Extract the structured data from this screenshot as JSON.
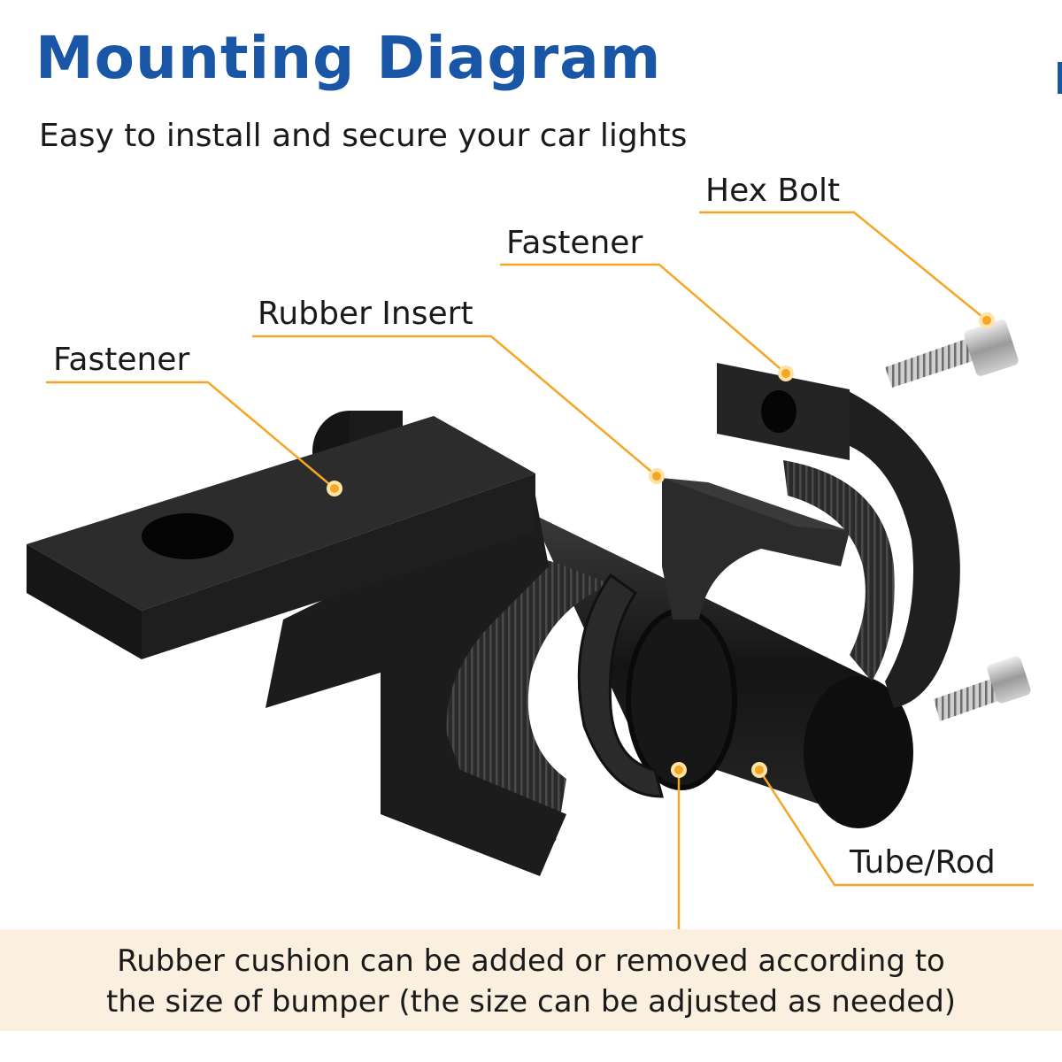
{
  "header": {
    "title": "Mounting Diagram",
    "subtitle": "Easy to install and secure your car lights"
  },
  "labels": {
    "hex_bolt": "Hex Bolt",
    "fastener_right": "Fastener",
    "rubber_insert": "Rubber Insert",
    "fastener_left": "Fastener",
    "tube_rod": "Tube/Rod"
  },
  "footer": {
    "line1": "Rubber cushion can be added or removed according to",
    "line2": "the size of bumper (the size can be adjusted as needed)"
  },
  "colors": {
    "title": "#1a56a6",
    "callout": "#f5a623",
    "footer_bg": "#fbf0df",
    "metal": "#1e1e1e"
  }
}
